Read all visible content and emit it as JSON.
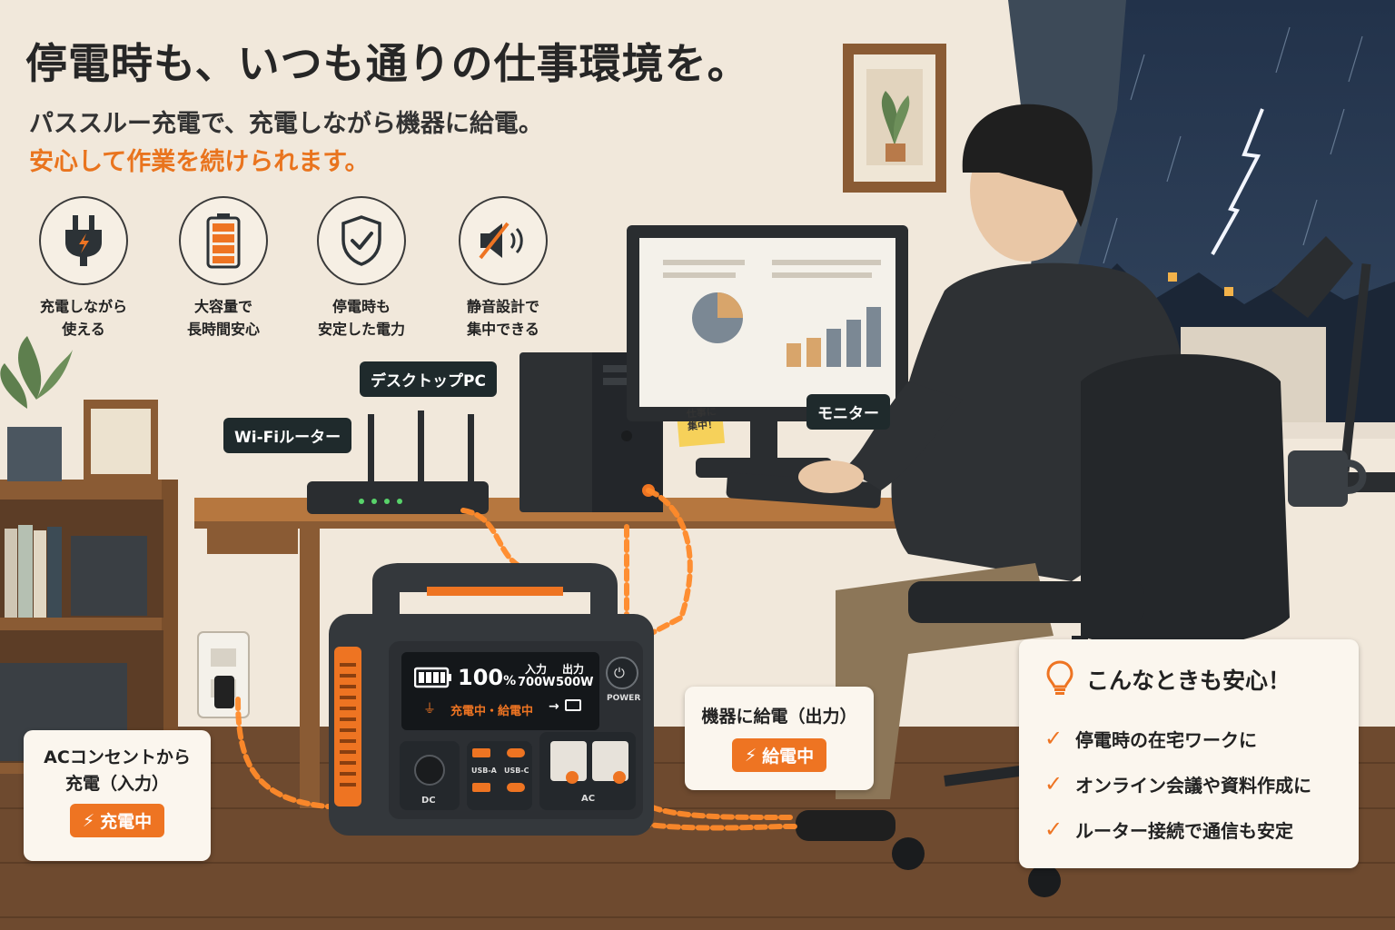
{
  "headline": "停電時も、いつも通りの仕事環境を。",
  "subline": "パススルー充電で、充電しながら機器に給電。",
  "accent_line": "安心して作業を続けられます。",
  "colors": {
    "accent": "#ee7422",
    "dark_tag": "#1f2a2c",
    "wall": "#f1e8db",
    "desk": "#b6773f"
  },
  "features": [
    {
      "icon": "plug-icon",
      "label": "充電しながら\n使える"
    },
    {
      "icon": "battery-icon",
      "label": "大容量で\n長時間安心"
    },
    {
      "icon": "shield-check-icon",
      "label": "停電時も\n安定した電力"
    },
    {
      "icon": "mute-speaker-icon",
      "label": "静音設計で\n集中できる"
    }
  ],
  "tags": {
    "desktop_pc": "デスクトップPC",
    "router": "Wi-Fiルーター",
    "monitor": "モニター"
  },
  "sticky_note": "仕事に\n集中！",
  "power_station": {
    "battery_percent": "100",
    "percent_sign": "%",
    "input_label": "入力",
    "input_value": "700W",
    "output_label": "出力",
    "output_value": "500W",
    "status": "充電中・給電中",
    "arrow": "→",
    "power_label": "POWER",
    "usb_a_label": "USB-A",
    "usb_c_label": "USB-C",
    "dc_label": "DC",
    "ac_label": "AC",
    "battery_level": 1.0
  },
  "input_card": {
    "title": "ACコンセントから\n充電（入力）",
    "badge": "充電中"
  },
  "output_card": {
    "title": "機器に給電（出力）",
    "badge": "給電中"
  },
  "reassure_card": {
    "title": "こんなときも安心！",
    "items": [
      "停電時の在宅ワークに",
      "オンライン会議や資料作成に",
      "ルーター接続で通信も安定"
    ]
  }
}
